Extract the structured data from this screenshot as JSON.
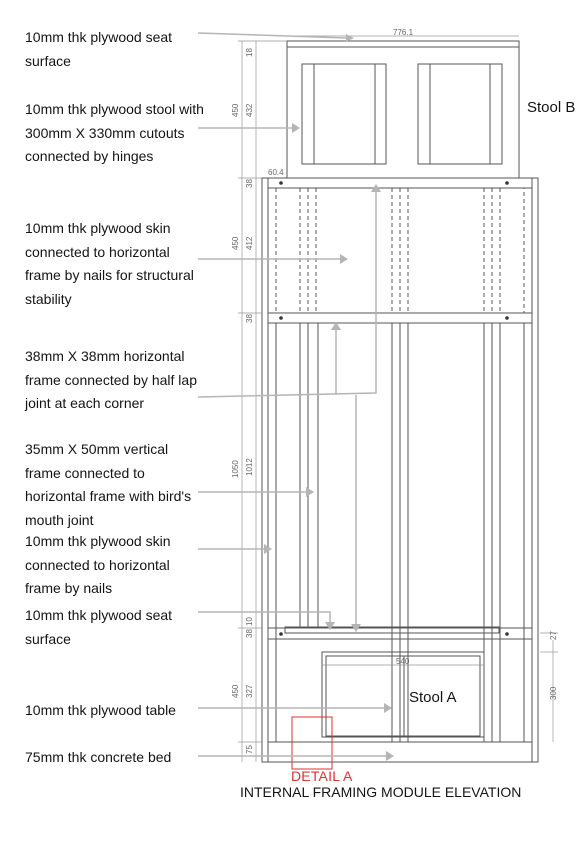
{
  "notes": [
    "10mm thk plywood seat surface",
    "10mm thk plywood stool with 300mm X 330mm cutouts connected by hinges",
    "10mm thk plywood skin connected to horizontal frame by nails for structural stability",
    "38mm X 38mm horizontal frame connected by half lap joint at each corner",
    "35mm X 50mm vertical frame connected to horizontal frame with bird's mouth joint",
    "10mm thk plywood skin connected to horizontal frame by nails",
    "10mm thk plywood seat surface",
    "10mm thk plywood table",
    "75mm thk concrete bed"
  ],
  "labels": {
    "stool_b": "Stool B",
    "stool_a": "Stool A",
    "detail": "DETAIL A",
    "caption": "INTERNAL FRAMING MODULE ELEVATION"
  },
  "dimensions": {
    "top_width": "776.1",
    "top_18": "18",
    "stool_450": "450",
    "stool_432": "432",
    "offset_60": "60.4",
    "d38a": "38",
    "skin_450": "450",
    "skin_412": "412",
    "d38b": "38",
    "mid_1050": "1050",
    "mid_1012": "1012",
    "d10": "10",
    "d38c": "38",
    "d27": "27",
    "table_540": "540",
    "bot_450": "450",
    "bot_327": "327",
    "d300": "300",
    "d75": "75"
  },
  "colors": {
    "accent": "#e0322e",
    "line": "#555555",
    "leader": "#b5b5b5"
  }
}
